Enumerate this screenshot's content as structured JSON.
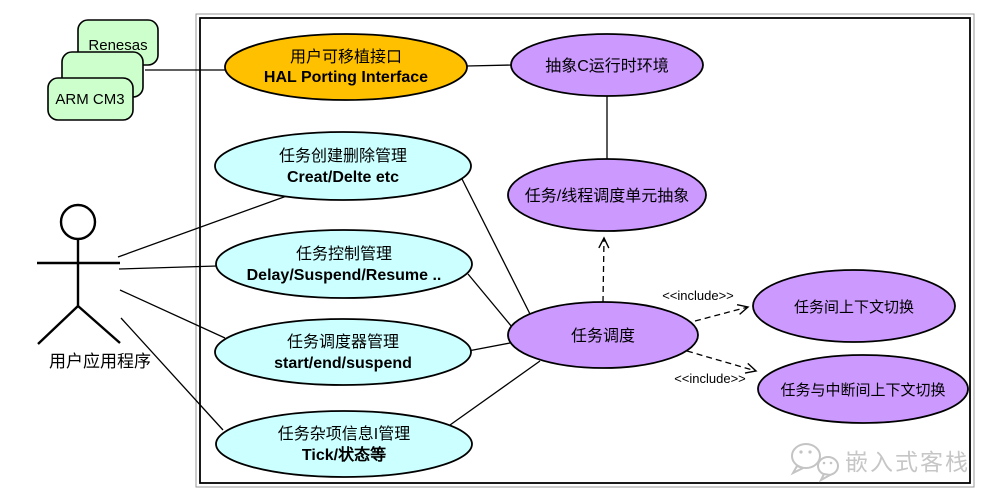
{
  "palette": {
    "orange": "#FFC000",
    "purple": "#CC99FF",
    "cyan": "#CCFFFF",
    "green": "#CCFFCC",
    "stroke": "#000000",
    "watermark_gray": "#C6C6C6"
  },
  "platform_stack": {
    "card_top": "Renesas",
    "card_bottom": "ARM CM3"
  },
  "actor": {
    "label": "用户应用程序"
  },
  "usecases": {
    "hal": {
      "line1": "用户可移植接口",
      "line2": "HAL Porting Interface"
    },
    "c_runtime": {
      "label": "抽象C运行时环境"
    },
    "sched_unit": {
      "label": "任务/线程调度单元抽象"
    },
    "create": {
      "line1": "任务创建删除管理",
      "line2": "Creat/Delte etc"
    },
    "control": {
      "line1": "任务控制管理",
      "line2": "Delay/Suspend/Resume .."
    },
    "scheduler": {
      "line1": "任务调度器管理",
      "line2": "start/end/suspend"
    },
    "misc": {
      "line1": "任务杂项信息I管理",
      "line2": "Tick/状态等"
    },
    "scheduling": {
      "label": "任务调度"
    },
    "ctx_switch": {
      "label": "任务间上下文切换"
    },
    "isr_ctx_switch": {
      "label": "任务与中断间上下文切换"
    }
  },
  "relations": {
    "include_top": "<<include>>",
    "include_bottom": "<<include>>"
  },
  "watermark": {
    "text": "嵌入式客栈"
  }
}
